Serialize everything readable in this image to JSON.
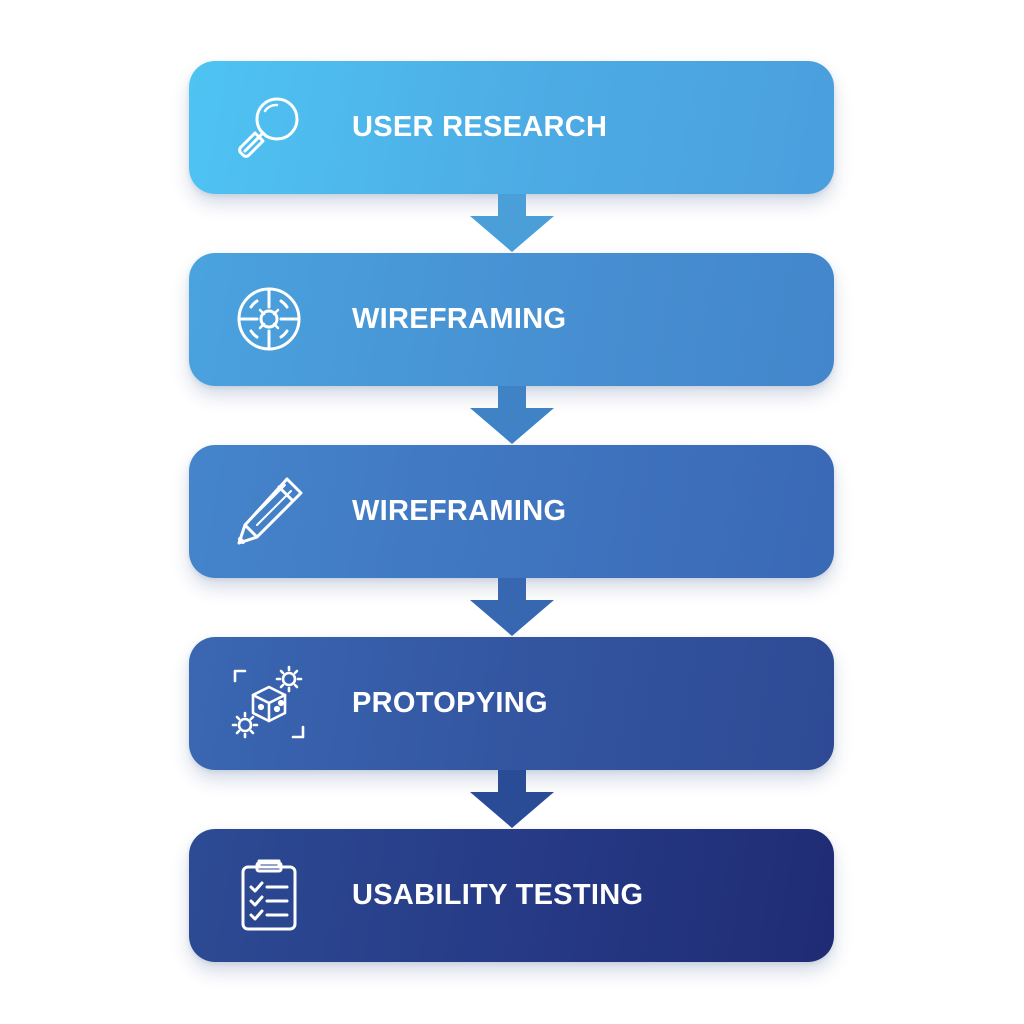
{
  "diagram": {
    "type": "vertical-process-flow",
    "steps": [
      {
        "label": "USER RESEARCH",
        "icon": "magnifying-glass-icon",
        "color_start": "#4ec4f3",
        "color_end": "#4a9fdd"
      },
      {
        "label": "WIREFRAMING",
        "icon": "target-crosshair-icon",
        "color_start": "#4aa3de",
        "color_end": "#4386cb"
      },
      {
        "label": "WIREFRAMING",
        "icon": "pencil-icon",
        "color_start": "#4585cb",
        "color_end": "#3a69b6"
      },
      {
        "label": "PROTOPYING",
        "icon": "cube-gears-icon",
        "color_start": "#3a67b3",
        "color_end": "#2e4a95"
      },
      {
        "label": "USABILITY TESTING",
        "icon": "clipboard-checklist-icon",
        "color_start": "#2d4b94",
        "color_end": "#1f2c74"
      }
    ],
    "connector": {
      "icon": "down-arrow-icon",
      "colors": [
        "#4a9fd9",
        "#3f82c6",
        "#3667b0",
        "#2a4c97"
      ]
    },
    "text_color": "#ffffff",
    "background": "#ffffff"
  }
}
